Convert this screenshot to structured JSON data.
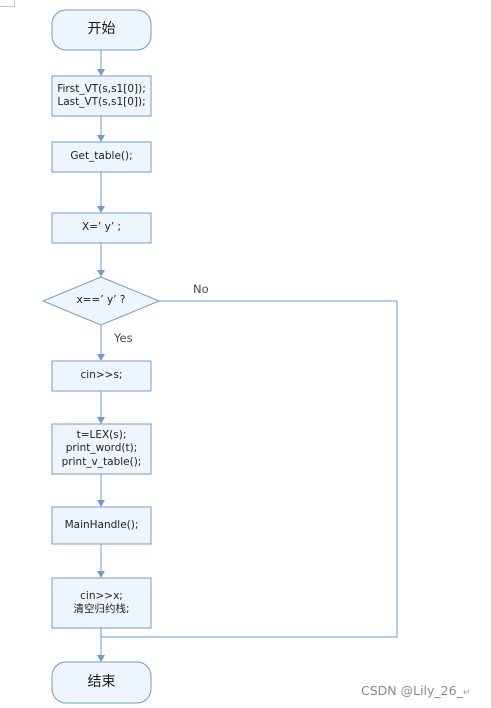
{
  "flowchart": {
    "start": "开始",
    "init": [
      "First_VT(s,s1[0]);",
      "Last_VT(s,s1[0]);"
    ],
    "get_table": "Get_table();",
    "assign": "X=’ y’ ;",
    "decision": "x==’ y’ ?",
    "yes_label": "Yes",
    "no_label": "No",
    "read_input": "cin>>s;",
    "lex": [
      "t=LEX(s);",
      "print_word(t);",
      "print_v_table();"
    ],
    "main_handle": "MainHandle();",
    "read_reset": [
      "cin>>x;",
      "清空归约栈;"
    ],
    "end": "结束"
  },
  "watermark": {
    "text": "CSDN @Lily_26_",
    "mark": "↵"
  },
  "colors": {
    "stroke": "#6d9ecf",
    "node_fill": "#eef5fd",
    "text": "#1f1f1f"
  }
}
